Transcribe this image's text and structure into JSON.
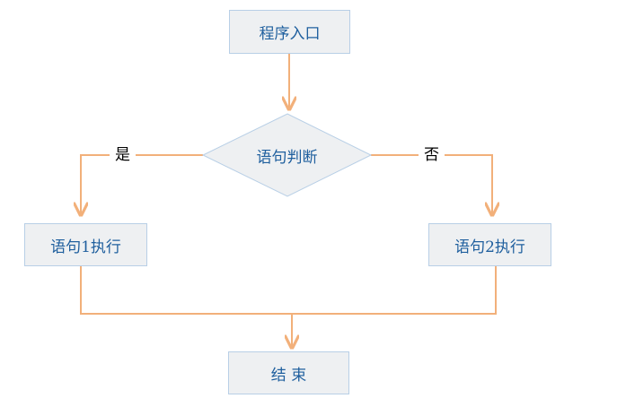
{
  "diagram": {
    "nodes": {
      "start": "程序入口",
      "decision": "语句判断",
      "branch_yes": "语句1执行",
      "branch_no": "语句2执行",
      "end": "结 束"
    },
    "edge_labels": {
      "yes": "是",
      "no": "否"
    }
  },
  "colors": {
    "box_fill": "#eef0f2",
    "box_border": "#b8cfe6",
    "node_text": "#1f5f9e",
    "connector": "#f2b07a"
  }
}
